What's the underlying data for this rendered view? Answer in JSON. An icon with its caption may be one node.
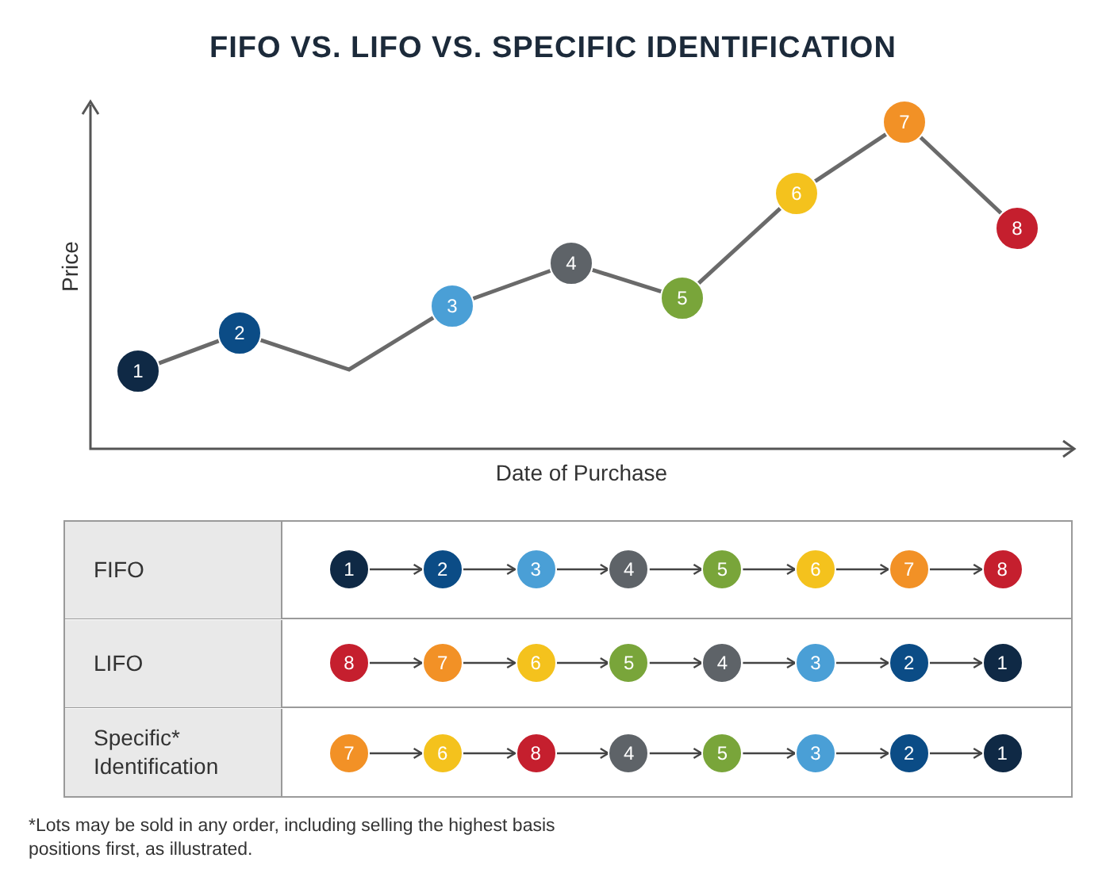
{
  "diagram": {
    "title": "FIFO VS. LIFO VS. SPECIFIC IDENTIFICATION",
    "nodes": [
      {
        "text": [
          "1"
        ]
      },
      {
        "text": [
          "2"
        ]
      },
      {
        "text": [
          "3"
        ]
      },
      {
        "text": [
          "4"
        ]
      },
      {
        "text": [
          "5"
        ]
      },
      {
        "text": [
          "6"
        ]
      },
      {
        "text": [
          "7"
        ]
      },
      {
        "text": [
          "8"
        ]
      },
      {
        "text": [
          "1"
        ]
      },
      {
        "text": [
          "2"
        ]
      },
      {
        "text": [
          "3"
        ]
      },
      {
        "text": [
          "4"
        ]
      },
      {
        "text": [
          "5"
        ]
      },
      {
        "text": [
          "6"
        ]
      },
      {
        "text": [
          "7"
        ]
      },
      {
        "text": [
          "8"
        ]
      },
      {
        "text": [
          "8"
        ]
      },
      {
        "text": [
          "7"
        ]
      },
      {
        "text": [
          "6"
        ]
      },
      {
        "text": [
          "5"
        ]
      },
      {
        "text": [
          "4"
        ]
      },
      {
        "text": [
          "3"
        ]
      },
      {
        "text": [
          "2"
        ]
      },
      {
        "text": [
          "1"
        ]
      },
      {
        "text": [
          "7"
        ]
      },
      {
        "text": [
          "6"
        ]
      },
      {
        "text": [
          "8"
        ]
      },
      {
        "text": [
          "4"
        ]
      },
      {
        "text": [
          "5"
        ]
      },
      {
        "text": [
          "3"
        ]
      },
      {
        "text": [
          "2"
        ]
      },
      {
        "text": [
          "1"
        ]
      }
    ],
    "edges": [
      {
        "from": 0,
        "to": 1,
        "arrow": "none"
      },
      {
        "from": 1,
        "to": 2,
        "arrow": "none"
      },
      {
        "from": 2,
        "to": 3,
        "arrow": "none"
      },
      {
        "from": 3,
        "to": 4,
        "arrow": "none"
      },
      {
        "from": 4,
        "to": 5,
        "arrow": "none"
      },
      {
        "from": 5,
        "to": 6,
        "arrow": "none"
      },
      {
        "from": 6,
        "to": 7,
        "arrow": "none"
      },
      {
        "from": 8,
        "to": 9,
        "arrow": "to"
      },
      {
        "from": 9,
        "to": 10,
        "arrow": "to"
      },
      {
        "from": 10,
        "to": 11,
        "arrow": "to"
      },
      {
        "from": 11,
        "to": 12,
        "arrow": "to"
      },
      {
        "from": 12,
        "to": 13,
        "arrow": "to"
      },
      {
        "from": 13,
        "to": 14,
        "arrow": "to"
      },
      {
        "from": 14,
        "to": 15,
        "arrow": "to"
      },
      {
        "from": 16,
        "to": 17,
        "arrow": "to"
      },
      {
        "from": 17,
        "to": 18,
        "arrow": "to"
      },
      {
        "from": 18,
        "to": 19,
        "arrow": "to"
      },
      {
        "from": 19,
        "to": 20,
        "arrow": "to"
      },
      {
        "from": 20,
        "to": 21,
        "arrow": "to"
      },
      {
        "from": 21,
        "to": 22,
        "arrow": "to"
      },
      {
        "from": 22,
        "to": 23,
        "arrow": "to"
      },
      {
        "from": 24,
        "to": 25,
        "arrow": "to"
      },
      {
        "from": 25,
        "to": 26,
        "arrow": "to"
      },
      {
        "from": 26,
        "to": 27,
        "arrow": "to"
      },
      {
        "from": 27,
        "to": 28,
        "arrow": "to"
      },
      {
        "from": 28,
        "to": 29,
        "arrow": "to"
      },
      {
        "from": 29,
        "to": 30,
        "arrow": "to"
      },
      {
        "from": 30,
        "to": 31,
        "arrow": "to"
      }
    ],
    "labels": [
      "Price",
      "Date of Purchase",
      "FIFO",
      "LIFO",
      "Specific* Identification",
      "*Lots may be sold in any order, including selling the highest basis positions first, as illustrated."
    ]
  }
}
